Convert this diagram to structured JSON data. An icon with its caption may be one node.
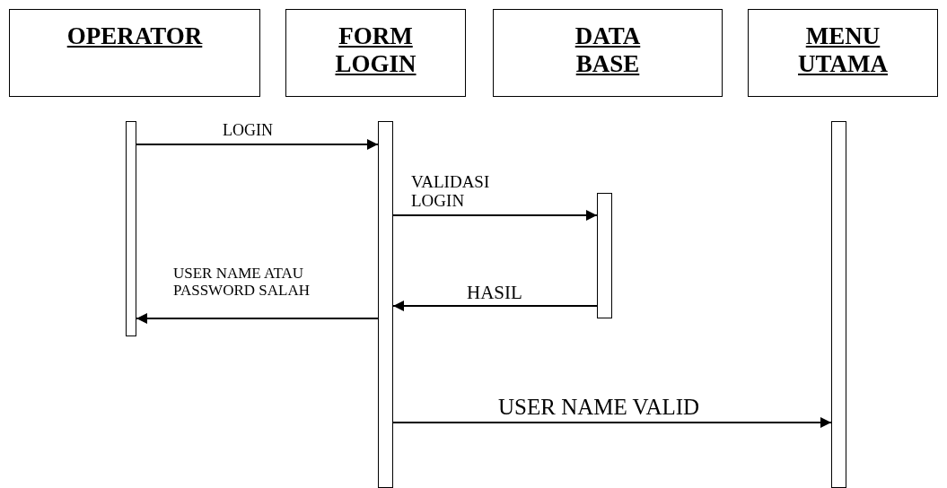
{
  "diagram": {
    "nodes": [
      {
        "text": [
          "OPERATOR"
        ]
      },
      {
        "text": [
          "FORM LOGIN"
        ]
      },
      {
        "text": [
          "DATA BASE"
        ]
      },
      {
        "text": [
          "MENU UTAMA"
        ]
      },
      {
        "text": [],
        "shape": "bar"
      },
      {
        "text": [],
        "shape": "bar"
      },
      {
        "text": [],
        "shape": "bar"
      },
      {
        "text": [],
        "shape": "bar"
      }
    ],
    "edges": [
      {
        "from": 4,
        "to": 5,
        "arrow": "to",
        "label": "LOGIN"
      },
      {
        "from": 5,
        "to": 6,
        "arrow": "to",
        "label": "VALIDASI LOGIN"
      },
      {
        "from": 6,
        "to": 5,
        "arrow": "to",
        "label": "HASIL"
      },
      {
        "from": 5,
        "to": 4,
        "arrow": "to",
        "label": "USER NAME ATAU PASSWORD SALAH"
      },
      {
        "from": 5,
        "to": 7,
        "arrow": "to",
        "label": "USER NAME VALID"
      }
    ]
  }
}
